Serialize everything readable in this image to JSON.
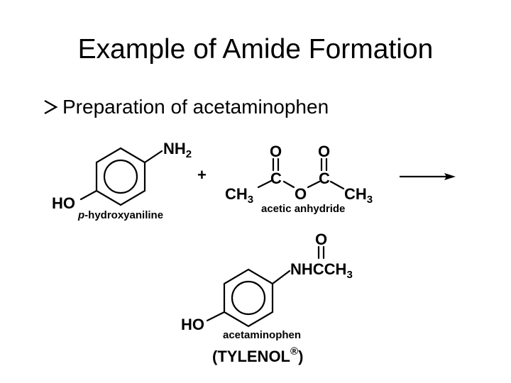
{
  "slide": {
    "title": "Example of Amide Formation",
    "bullet": "Preparation of acetaminophen"
  },
  "reactant1": {
    "group_top": "NH",
    "group_top_sub": "2",
    "group_bottom": "HO",
    "label_prefix": "p",
    "label_rest": "-hydroxyaniline"
  },
  "plus": "+",
  "reactant2": {
    "o_left": "O",
    "o_right": "O",
    "c_left": "C",
    "c_right": "C",
    "o_bridge": "O",
    "methyl_left": "CH",
    "methyl_left_sub": "3",
    "methyl_right": "CH",
    "methyl_right_sub": "3",
    "label": "acetic anhydride"
  },
  "product": {
    "o_top": "O",
    "group_top": "NHCCH",
    "group_top_sub": "3",
    "group_bottom": "HO",
    "label": "acetaminophen",
    "brand_open": "(TYLENOL",
    "brand_mark": "®",
    "brand_close": ")"
  },
  "colors": {
    "ink": "#000000",
    "background": "#ffffff"
  }
}
